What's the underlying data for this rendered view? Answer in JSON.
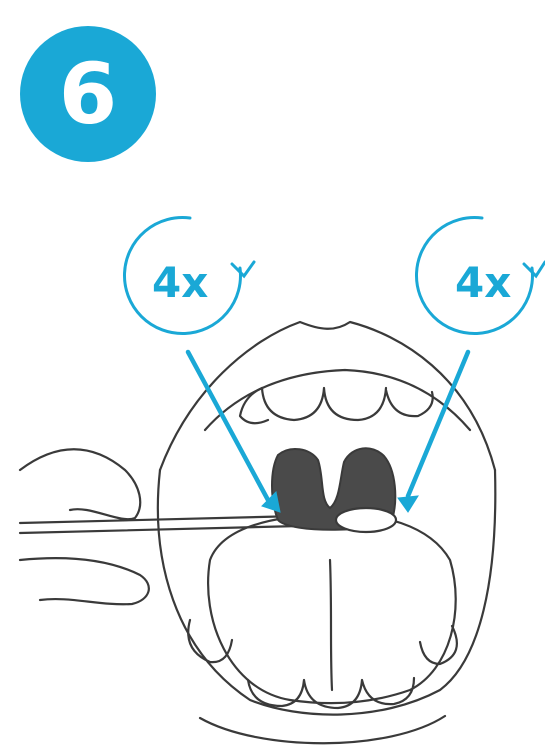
{
  "step": {
    "number": "6"
  },
  "rotations": {
    "left": {
      "label": "4x"
    },
    "right": {
      "label": "4x"
    }
  },
  "colors": {
    "accent": "#1aa8d6",
    "line": "#3a3a3a",
    "throat": "#4a4a4a"
  },
  "icons": [
    "rotation-arrow-icon",
    "pointer-arrow-icon",
    "swab-icon"
  ]
}
